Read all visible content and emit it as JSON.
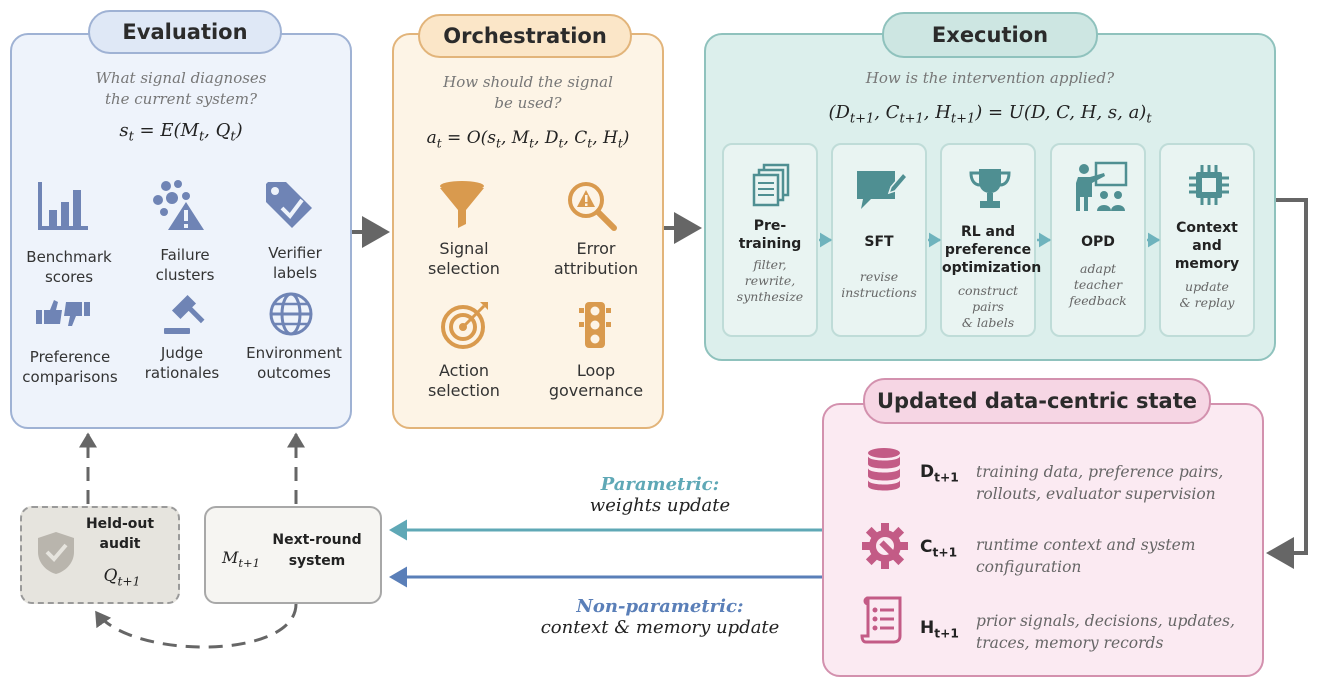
{
  "evaluation": {
    "title": "Evaluation",
    "question_line1": "What signal diagnoses",
    "question_line2": "the current system?",
    "equation": "s_t = E(M_t, Q_t)",
    "items": [
      {
        "label_line1": "Benchmark",
        "label_line2": "scores",
        "icon": "bar-chart-icon"
      },
      {
        "label_line1": "Failure",
        "label_line2": "clusters",
        "icon": "failure-cluster-icon"
      },
      {
        "label_line1": "Verifier",
        "label_line2": "labels",
        "icon": "tag-check-icon"
      },
      {
        "label_line1": "Preference",
        "label_line2": "comparisons",
        "icon": "thumbs-icon"
      },
      {
        "label_line1": "Judge",
        "label_line2": "rationales",
        "icon": "gavel-icon"
      },
      {
        "label_line1": "Environment",
        "label_line2": "outcomes",
        "icon": "globe-icon"
      }
    ]
  },
  "orchestration": {
    "title": "Orchestration",
    "question_line1": "How should the signal",
    "question_line2": "be used?",
    "equation": "a_t = O(s_t, M_t, D_t, C_t, H_t)",
    "items": [
      {
        "label_line1": "Signal",
        "label_line2": "selection",
        "icon": "funnel-icon"
      },
      {
        "label_line1": "Error",
        "label_line2": "attribution",
        "icon": "magnifier-warning-icon"
      },
      {
        "label_line1": "Action",
        "label_line2": "selection",
        "icon": "target-icon"
      },
      {
        "label_line1": "Loop",
        "label_line2": "governance",
        "icon": "traffic-light-icon"
      }
    ]
  },
  "execution": {
    "title": "Execution",
    "question": "How is the intervention applied?",
    "equation": "(D_{t+1}, C_{t+1}, H_{t+1}) = U(D, C, H, s, a)_t",
    "stages": [
      {
        "title_lines": [
          "Pre-",
          "training"
        ],
        "sub_lines": [
          "filter,",
          "rewrite,",
          "synthesize"
        ],
        "icon": "documents-icon"
      },
      {
        "title_lines": [
          "SFT"
        ],
        "sub_lines": [
          "revise",
          "instructions"
        ],
        "icon": "chat-edit-icon"
      },
      {
        "title_lines": [
          "RL and",
          "preference",
          "optimization"
        ],
        "sub_lines": [
          "construct",
          "pairs",
          "& labels"
        ],
        "icon": "trophy-icon"
      },
      {
        "title_lines": [
          "OPD"
        ],
        "sub_lines": [
          "adapt",
          "teacher",
          "feedback"
        ],
        "icon": "teacher-icon"
      },
      {
        "title_lines": [
          "Context",
          "and",
          "memory"
        ],
        "sub_lines": [
          "update",
          "& replay"
        ],
        "icon": "chip-icon"
      }
    ]
  },
  "state": {
    "title": "Updated data-centric state",
    "rows": [
      {
        "var": "D",
        "sub": "t+1",
        "line1": "training data, preference pairs,",
        "line2": "rollouts, evaluator supervision",
        "icon": "database-icon"
      },
      {
        "var": "C",
        "sub": "t+1",
        "line1": "runtime context and system",
        "line2": "configuration",
        "icon": "gear-wrench-icon"
      },
      {
        "var": "H",
        "sub": "t+1",
        "line1": "prior signals, decisions, updates,",
        "line2": "traces, memory records",
        "icon": "scroll-list-icon"
      }
    ]
  },
  "flows": {
    "parametric_title": "Parametric:",
    "parametric_sub": "weights update",
    "nonparametric_title": "Non-parametric:",
    "nonparametric_sub": "context & memory update"
  },
  "audit": {
    "line1": "Held-out",
    "line2": "audit",
    "var": "Q",
    "sub": "t+1",
    "icon": "shield-check-icon"
  },
  "next_system": {
    "line1": "Next-round",
    "line2": "system",
    "var": "M",
    "sub": "t+1"
  },
  "colors": {
    "eval_border": "#9fb2d4",
    "eval_bg": "#eef3fb",
    "orch_border": "#e2b47a",
    "orch_bg": "#fdf4e6",
    "exec_border": "#8fc2bd",
    "exec_bg": "#dcefec",
    "state_border": "#d391ae",
    "state_bg": "#fbeaf2",
    "blue_icon": "#6f84b5",
    "orange_icon": "#d99a4e",
    "teal_icon": "#4f8f92",
    "pink_icon": "#c35b86",
    "parametric": "#5fa8b6",
    "nonparametric": "#5a7fb8",
    "arrow_dark": "#666666"
  }
}
